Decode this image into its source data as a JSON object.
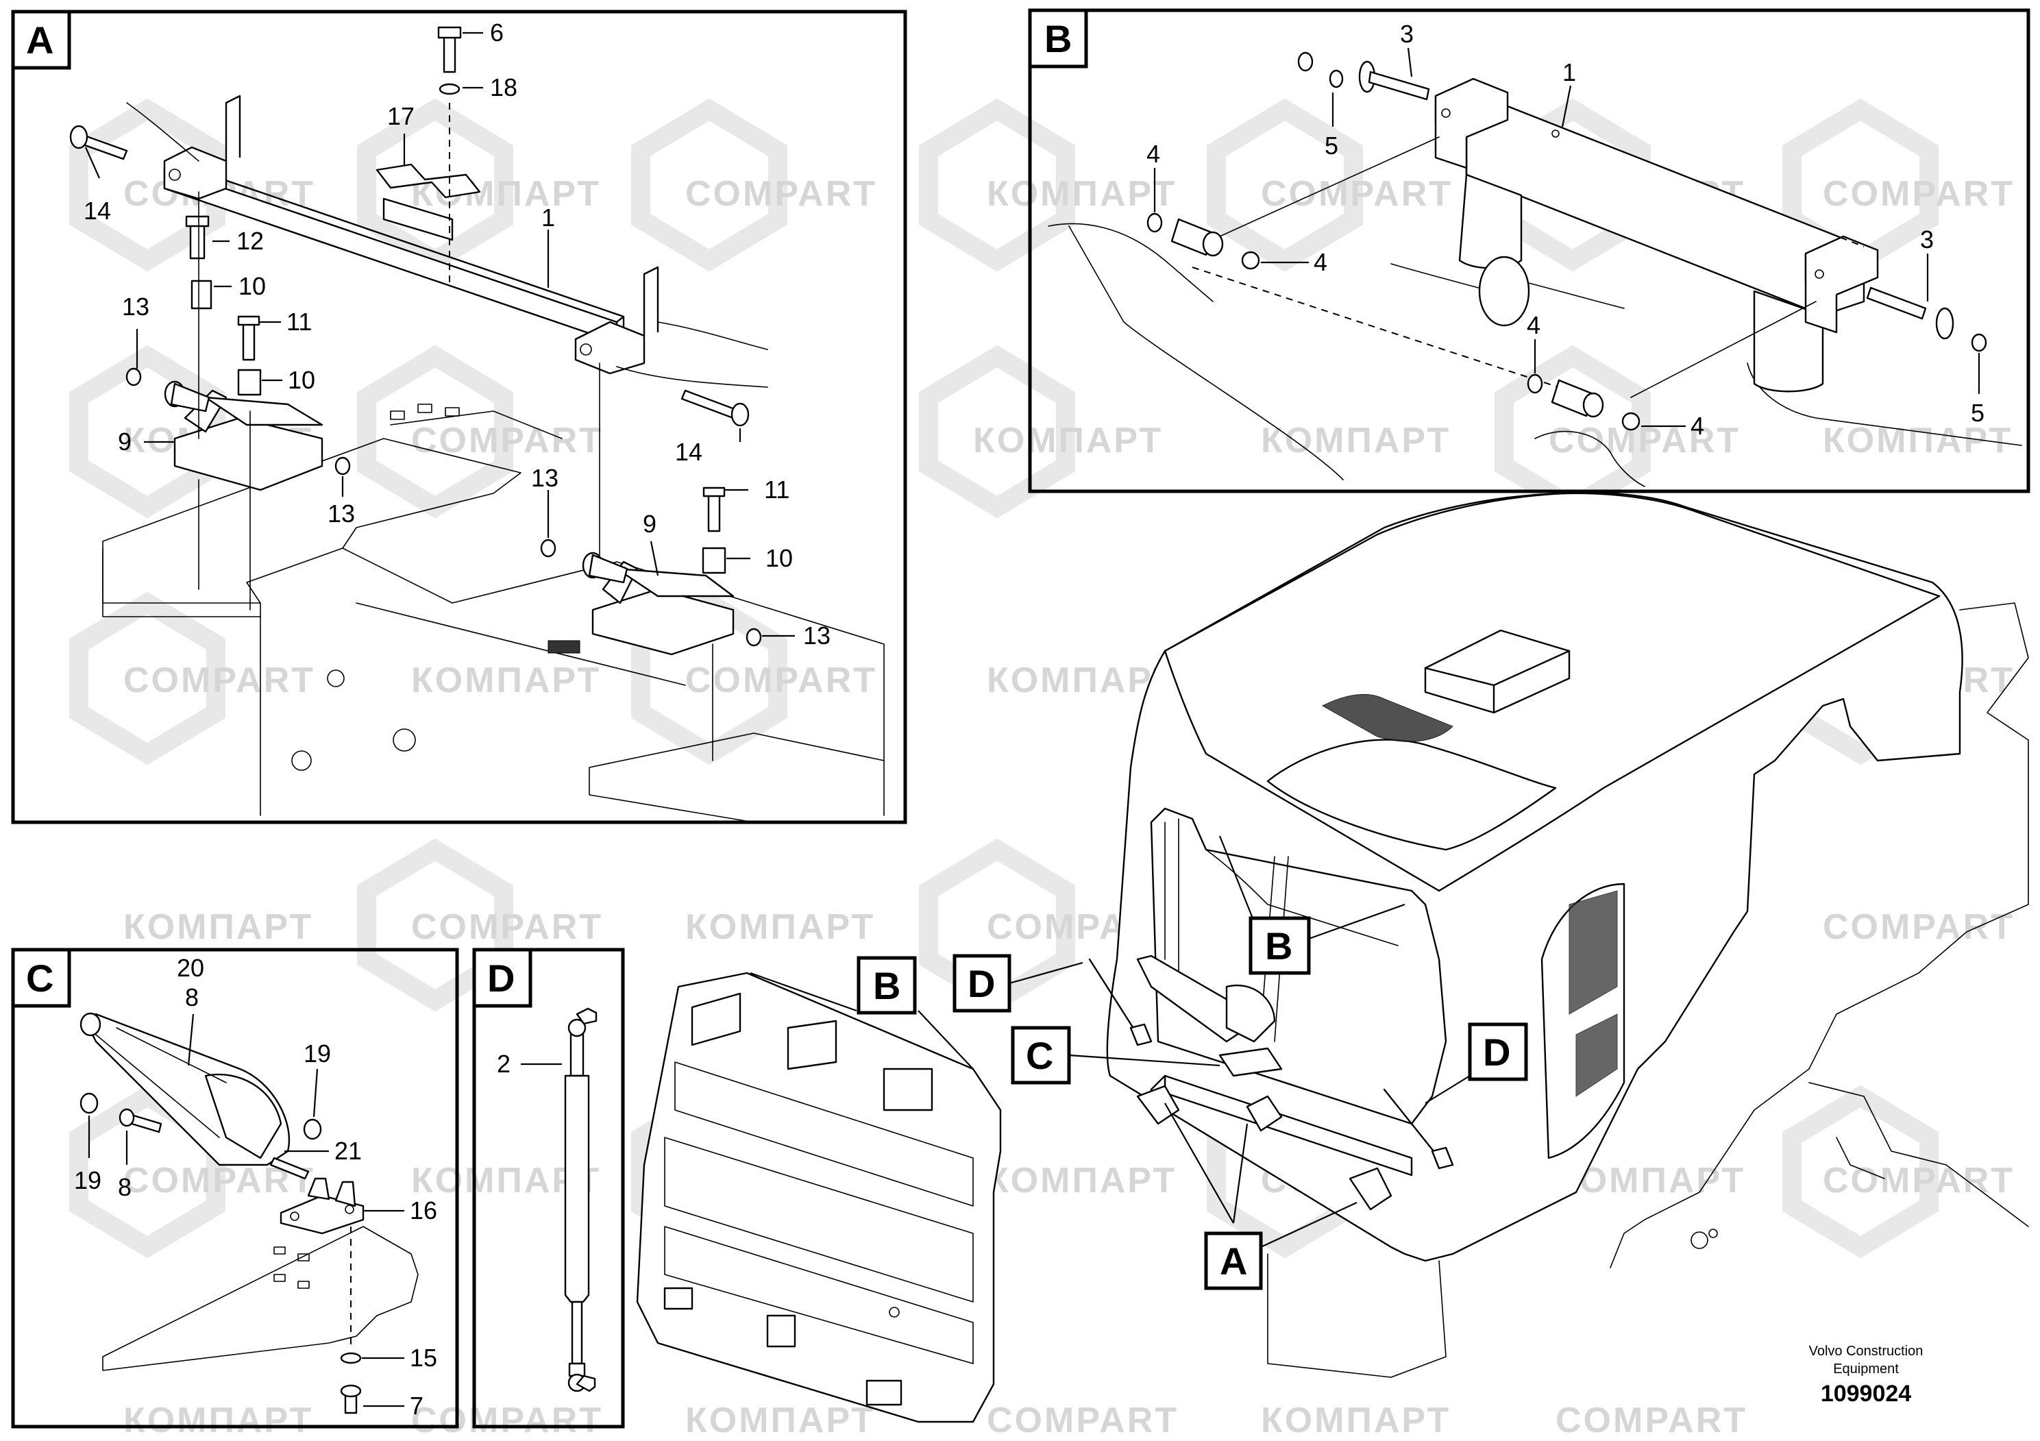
{
  "panels": [
    {
      "id": "A",
      "label": "A"
    },
    {
      "id": "B",
      "label": "B"
    },
    {
      "id": "C",
      "label": "C"
    },
    {
      "id": "D",
      "label": "D"
    }
  ],
  "callouts": {
    "A": [
      "6",
      "18",
      "17",
      "1",
      "14",
      "12",
      "10",
      "11",
      "13",
      "10",
      "9",
      "13",
      "14",
      "13",
      "11",
      "9",
      "10",
      "13"
    ],
    "B": [
      "3",
      "1",
      "5",
      "4",
      "4",
      "3",
      "4",
      "4",
      "5"
    ],
    "C": [
      "20",
      "8",
      "19",
      "19",
      "8",
      "21",
      "16",
      "15",
      "7"
    ],
    "D": [
      "2"
    ]
  },
  "overview_tags": [
    "B",
    "D",
    "B",
    "C",
    "D",
    "A"
  ],
  "watermarks": [
    "COMPART",
    "КОМПАРТ"
  ],
  "footer": {
    "company_line1": "Volvo Construction",
    "company_line2": "Equipment",
    "drawing_number": "1099024"
  }
}
